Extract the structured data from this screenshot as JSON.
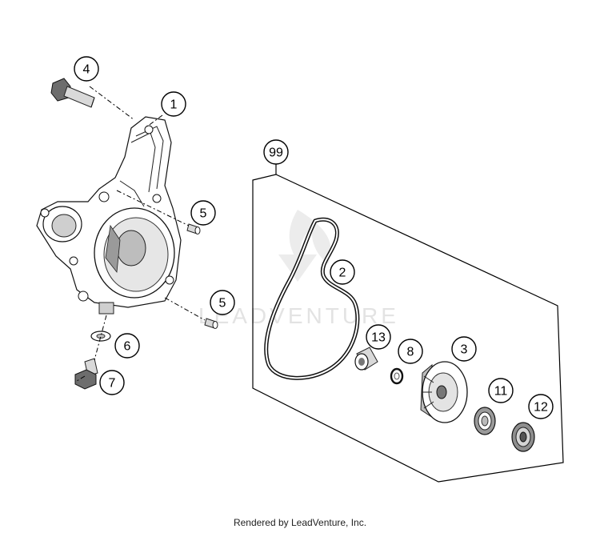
{
  "callouts": {
    "c1": "1",
    "c2": "2",
    "c3": "3",
    "c4": "4",
    "c5a": "5",
    "c5b": "5",
    "c6": "6",
    "c7": "7",
    "c8": "8",
    "c11": "11",
    "c12": "12",
    "c13": "13",
    "c99": "99"
  },
  "watermark": "LEADVENTURE",
  "credit": "Rendered by LeadVenture, Inc."
}
